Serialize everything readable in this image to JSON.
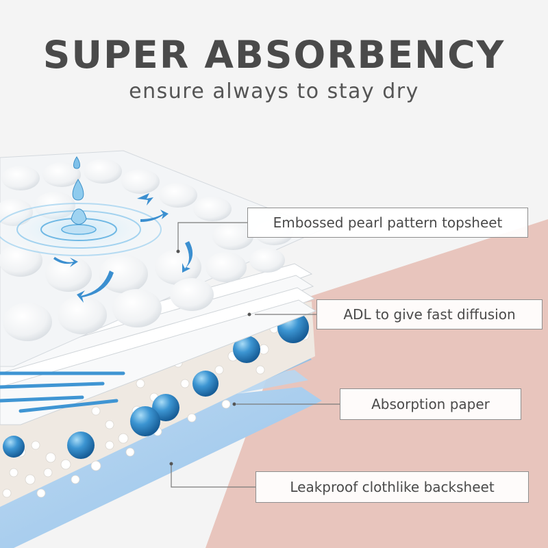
{
  "headline": "SUPER ABSORBENCY",
  "subline": "ensure always to stay dry",
  "layers": [
    {
      "id": "topsheet",
      "label": "Embossed pearl pattern topsheet"
    },
    {
      "id": "adl",
      "label": "ADL to give fast diffusion"
    },
    {
      "id": "absorption",
      "label": "Absorption paper"
    },
    {
      "id": "backsheet",
      "label": "Leakproof clothlike backsheet"
    }
  ],
  "colors": {
    "background": "#f4f4f4",
    "accent_pink": "#e8c5bd",
    "headline_text": "#4a4a4a",
    "water_blue": "#4a9fd6",
    "backsheet_blue": "#a9cdee"
  },
  "icons": [
    "water-drop-icon",
    "ripple-icon",
    "flow-arrow-icon",
    "gel-bead-icon"
  ]
}
